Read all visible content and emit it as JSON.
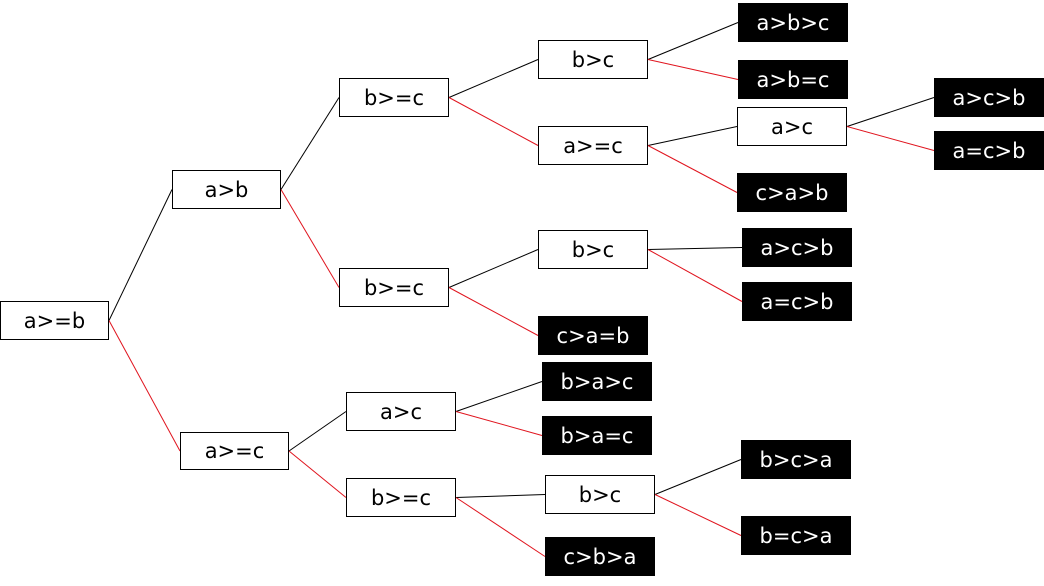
{
  "colors": {
    "yes_edge": "#000000",
    "no_edge": "#e0141e",
    "leaf_fill": "#000000",
    "leaf_text": "#ffffff"
  },
  "nodes": {
    "n1": {
      "label": "a>=b",
      "kind": "decision"
    },
    "n2": {
      "label": "a>b",
      "kind": "decision"
    },
    "n3": {
      "label": "a>=c",
      "kind": "decision"
    },
    "n4": {
      "label": "b>=c",
      "kind": "decision"
    },
    "n5": {
      "label": "b>=c",
      "kind": "decision"
    },
    "n6": {
      "label": "a>c",
      "kind": "decision"
    },
    "n7": {
      "label": "b>=c",
      "kind": "decision"
    },
    "n8": {
      "label": "b>c",
      "kind": "decision"
    },
    "n9": {
      "label": "a>=c",
      "kind": "decision"
    },
    "n10": {
      "label": "b>c",
      "kind": "decision"
    },
    "n11": {
      "label": "b>c",
      "kind": "decision"
    },
    "n12": {
      "label": "a>c",
      "kind": "decision"
    },
    "l1": {
      "label": "a>b>c",
      "kind": "leaf"
    },
    "l2": {
      "label": "a>b=c",
      "kind": "leaf"
    },
    "l3": {
      "label": "a>c>b",
      "kind": "leaf"
    },
    "l4": {
      "label": "a=c>b",
      "kind": "leaf"
    },
    "l5": {
      "label": "c>a>b",
      "kind": "leaf"
    },
    "l6": {
      "label": "a>c>b",
      "kind": "leaf"
    },
    "l7": {
      "label": "a=c>b",
      "kind": "leaf"
    },
    "l8": {
      "label": "c>a=b",
      "kind": "leaf"
    },
    "l9": {
      "label": "b>a>c",
      "kind": "leaf"
    },
    "l10": {
      "label": "b>a=c",
      "kind": "leaf"
    },
    "l11": {
      "label": "b>c>a",
      "kind": "leaf"
    },
    "l12": {
      "label": "b=c>a",
      "kind": "leaf"
    },
    "l13": {
      "label": "c>b>a",
      "kind": "leaf"
    }
  },
  "edges": [
    {
      "from": "n1",
      "to": "n2",
      "branch": "yes"
    },
    {
      "from": "n1",
      "to": "n3",
      "branch": "no"
    },
    {
      "from": "n2",
      "to": "n4",
      "branch": "yes"
    },
    {
      "from": "n2",
      "to": "n5",
      "branch": "no"
    },
    {
      "from": "n3",
      "to": "n6",
      "branch": "yes"
    },
    {
      "from": "n3",
      "to": "n7",
      "branch": "no"
    },
    {
      "from": "n4",
      "to": "n8",
      "branch": "yes"
    },
    {
      "from": "n4",
      "to": "n9",
      "branch": "no"
    },
    {
      "from": "n5",
      "to": "n10",
      "branch": "yes"
    },
    {
      "from": "n5",
      "to": "l8",
      "branch": "no"
    },
    {
      "from": "n6",
      "to": "l9",
      "branch": "yes"
    },
    {
      "from": "n6",
      "to": "l10",
      "branch": "no"
    },
    {
      "from": "n7",
      "to": "n11",
      "branch": "yes"
    },
    {
      "from": "n7",
      "to": "l13",
      "branch": "no"
    },
    {
      "from": "n8",
      "to": "l1",
      "branch": "yes"
    },
    {
      "from": "n8",
      "to": "l2",
      "branch": "no"
    },
    {
      "from": "n9",
      "to": "n12",
      "branch": "yes"
    },
    {
      "from": "n9",
      "to": "l5",
      "branch": "no"
    },
    {
      "from": "n12",
      "to": "l3",
      "branch": "yes"
    },
    {
      "from": "n12",
      "to": "l4",
      "branch": "no"
    },
    {
      "from": "n10",
      "to": "l6",
      "branch": "yes"
    },
    {
      "from": "n10",
      "to": "l7",
      "branch": "no"
    },
    {
      "from": "n11",
      "to": "l11",
      "branch": "yes"
    },
    {
      "from": "n11",
      "to": "l12",
      "branch": "no"
    }
  ]
}
